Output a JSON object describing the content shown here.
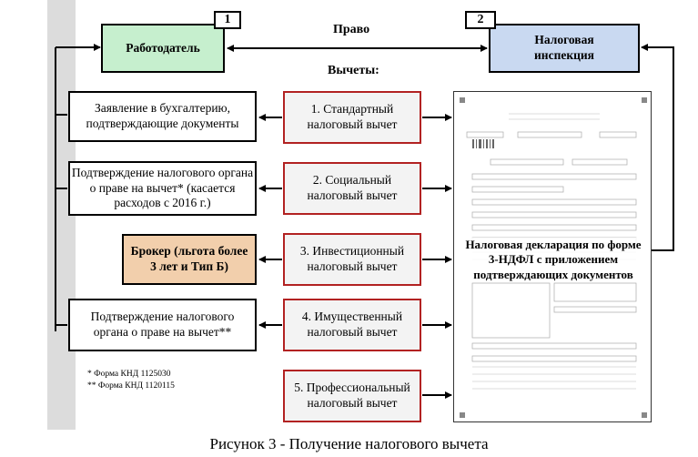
{
  "diagram": {
    "boxes": {
      "employer": "Работодатель",
      "tax_office": "Налоговая инспекция",
      "employer_num": "1",
      "tax_office_num": "2",
      "statement": "Заявление в бухгалтерию, подтверждающие документы",
      "confirm_social": "Подтверждение налогового органа о праве на вычет* (касается расходов с 2016 г.)",
      "broker": "Брокер (льгота более 3 лет и Тип Б)",
      "confirm_property": "Подтверждение налогового органа о праве на вычет**",
      "deduction_1": "1. Стандартный налоговый вычет",
      "deduction_2": "2. Социальный налоговый вычет",
      "deduction_3": "3. Инвестиционный налоговый вычет",
      "deduction_4": "4. Имущественный налоговый вычет",
      "deduction_5": "5. Профессиональный налоговый вычет",
      "declaration": "Налоговая декларация по форме 3-НДФЛ с приложением подтверждающих документов"
    },
    "labels": {
      "right": "Право",
      "deductions": "Вычеты:"
    },
    "footnotes": [
      "*  Форма КНД 1125030",
      "** Форма КНД 1120115"
    ],
    "caption": "Рисунок 3 - Получение налогового вычета"
  }
}
